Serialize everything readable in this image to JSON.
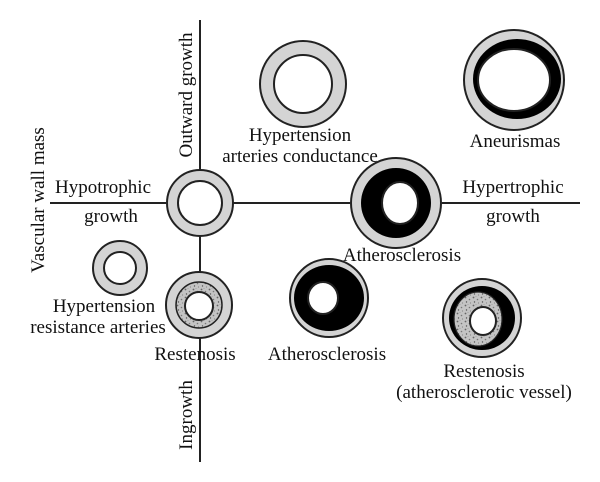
{
  "colors": {
    "wall": "#d4d4d4",
    "plaque": "#000000",
    "neointima": "#b8b8b8",
    "line": "#222222"
  },
  "axes": {
    "vertical_top": "Outward growth",
    "vertical_bottom": "Ingrowth",
    "horizontal_left_1": "Hypotrophic",
    "horizontal_left_2": "growth",
    "horizontal_right_1": "Hypertrophic",
    "horizontal_right_2": "growth",
    "side_label": "Vascular wall mass"
  },
  "vessels": {
    "hypertension_conductance": {
      "line1": "Hypertension",
      "line2": "arteries conductance"
    },
    "aneurismas": {
      "label": "Aneurismas"
    },
    "atherosclerosis_outward": {
      "label": "Atherosclerosis"
    },
    "hypertension_resistance": {
      "line1": "Hypertension",
      "line2": "resistance arteries"
    },
    "restenosis": {
      "label": "Restenosis"
    },
    "atherosclerosis_inward": {
      "label": "Atherosclerosis"
    },
    "restenosis_athero": {
      "line1": "Restenosis",
      "line2": "(atherosclerotic vessel)"
    }
  }
}
